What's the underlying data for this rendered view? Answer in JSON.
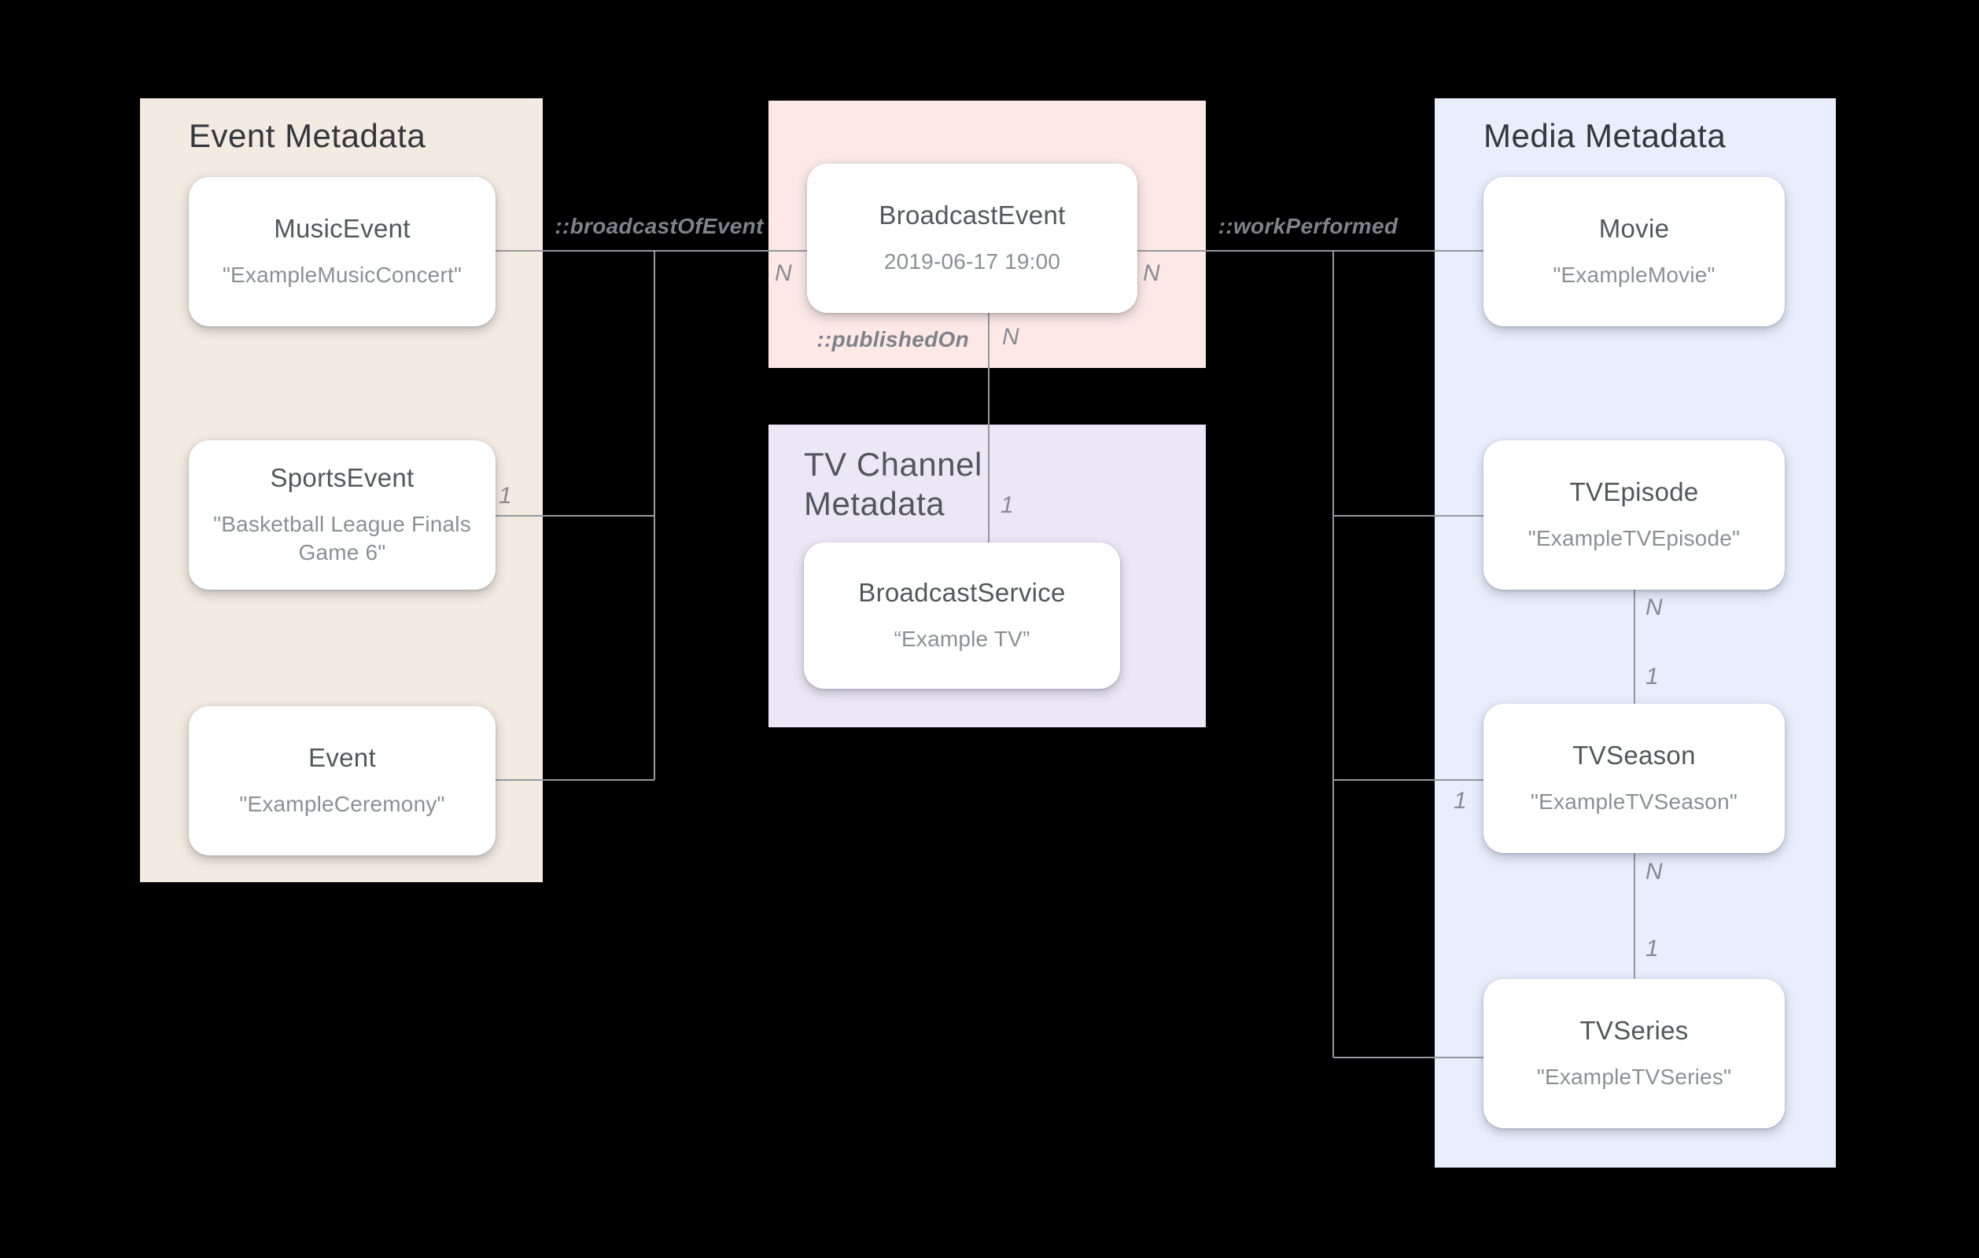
{
  "diagram": {
    "background": "#000000",
    "line_color": "#95999e",
    "panels": {
      "event": {
        "title": "Event Metadata",
        "bg": "#f3eae2"
      },
      "broadcast": {
        "bg": "#fce9e6"
      },
      "tv_channel": {
        "title": "TV Channel\nMetadata",
        "bg": "#ece7f6"
      },
      "media": {
        "title": "Media Metadata",
        "bg": "#e8eefc"
      }
    },
    "nodes": {
      "music_event": {
        "title": "MusicEvent",
        "subtitle": "\"ExampleMusicConcert\""
      },
      "sports_event": {
        "title": "SportsEvent",
        "subtitle": "\"Basketball League Finals Game 6\""
      },
      "event": {
        "title": "Event",
        "subtitle": "\"ExampleCeremony\""
      },
      "broadcast_event": {
        "title": "BroadcastEvent",
        "subtitle": "2019-06-17 19:00"
      },
      "broadcast_service": {
        "title": "BroadcastService",
        "subtitle": "“Example TV”"
      },
      "movie": {
        "title": "Movie",
        "subtitle": "\"ExampleMovie\""
      },
      "tv_episode": {
        "title": "TVEpisode",
        "subtitle": "\"ExampleTVEpisode\""
      },
      "tv_season": {
        "title": "TVSeason",
        "subtitle": "\"ExampleTVSeason\""
      },
      "tv_series": {
        "title": "TVSeries",
        "subtitle": "\"ExampleTVSeries\""
      }
    },
    "edges": {
      "broadcast_of_event": "::broadcastOfEvent",
      "work_performed": "::workPerformed",
      "published_on": "::publishedOn"
    },
    "cardinalities": {
      "broadcast_event_left_n": "N",
      "broadcast_event_right_n": "N",
      "sports_event_one": "1",
      "published_on_n": "N",
      "published_on_one": "1",
      "episode_season_n": "N",
      "episode_season_one": "1",
      "season_left_one": "1",
      "season_series_n": "N",
      "season_series_one": "1"
    }
  }
}
